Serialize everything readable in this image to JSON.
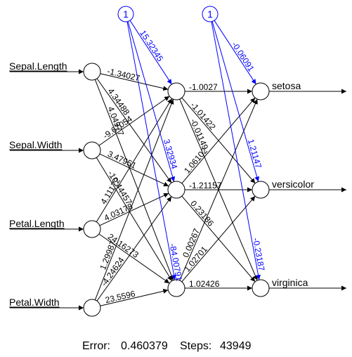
{
  "colors": {
    "weight": "#000000",
    "bias": "#0000ff"
  },
  "inputs": [
    "Sepal.Length",
    "Sepal.Width",
    "Petal.Length",
    "Petal.Width"
  ],
  "hidden_count": 3,
  "outputs": [
    "setosa",
    "versicolor",
    "virginica"
  ],
  "bias_label": "1",
  "weights_input_hidden": [
    [
      "-1.34027",
      "-9.67054",
      "4.11172",
      "1.29987"
    ],
    [
      "4.34488",
      "3.47951",
      "4.03178",
      "-4.24624"
    ],
    [
      "4.04977",
      "-10.44457",
      "24.16273",
      "23.5596"
    ]
  ],
  "bias_hidden": [
    "15.32345",
    "3.32934",
    "-84.00791"
  ],
  "weights_hidden_output": [
    [
      "-1.0027",
      "1.06102",
      "0.00267"
    ],
    [
      "-1.01422",
      "-1.21157",
      "1.02701"
    ],
    [
      "-0.01149",
      "0.23186",
      "1.02426"
    ]
  ],
  "bias_output": [
    "-0.06091",
    "1.21147",
    "-0.23187"
  ],
  "footer": {
    "error_label": "Error:",
    "error_value": "0.460379",
    "steps_label": "Steps:",
    "steps_value": "43949"
  }
}
